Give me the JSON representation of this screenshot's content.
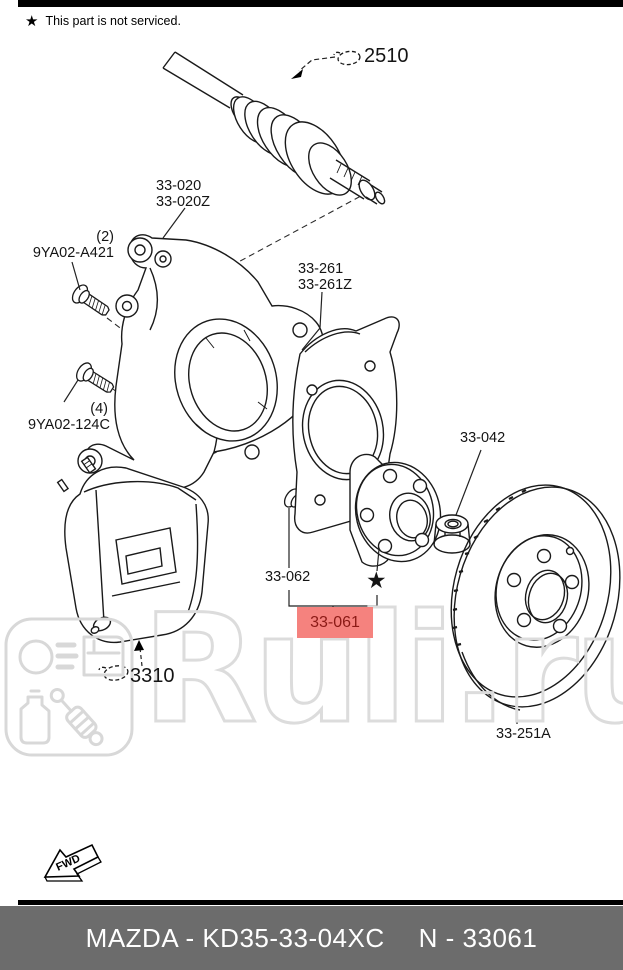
{
  "note": {
    "star": "★",
    "text": "This part is not serviced."
  },
  "watermark": {
    "text": "Ruli.ru"
  },
  "fwd": {
    "label": "FWD"
  },
  "footer": {
    "left": "MAZDA - KD35-33-04XC",
    "right": "N - 33061"
  },
  "colors": {
    "highlight_bg": "#f5827e",
    "highlight_text": "#8b1a16",
    "footer_bg": "#6c6c6c",
    "watermark": "#dcdcdc",
    "line_art": "#1a1a1a"
  },
  "parts": {
    "clip_top": {
      "label": "2510"
    },
    "knuckle": {
      "line1": "33-020",
      "line2": "33-020Z"
    },
    "bolt_upper": {
      "qty": "(2)",
      "label": "9YA02-A421"
    },
    "shield": {
      "line1": "33-261",
      "line2": "33-261Z"
    },
    "bolt_lower": {
      "qty": "(4)",
      "label": "9YA02-124C"
    },
    "nut": {
      "label": "33-042"
    },
    "hub_bolt": {
      "label": "33-062"
    },
    "hub": {
      "label": "33-061",
      "star": "★"
    },
    "clip_caliper": {
      "label": "3310"
    },
    "disc": {
      "label": "33-251A"
    }
  }
}
